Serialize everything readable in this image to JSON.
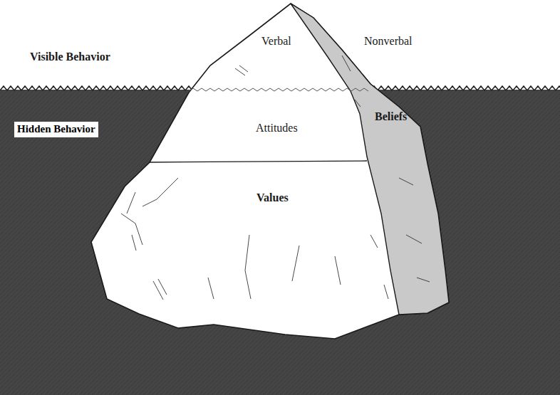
{
  "diagram": {
    "nodes": [
      {
        "text": [
          "Hidden Behavior"
        ]
      }
    ],
    "labels": [
      "Visible Behavior",
      "Verbal",
      "Nonverbal",
      "Attitudes",
      "Beliefs",
      "Values"
    ]
  }
}
